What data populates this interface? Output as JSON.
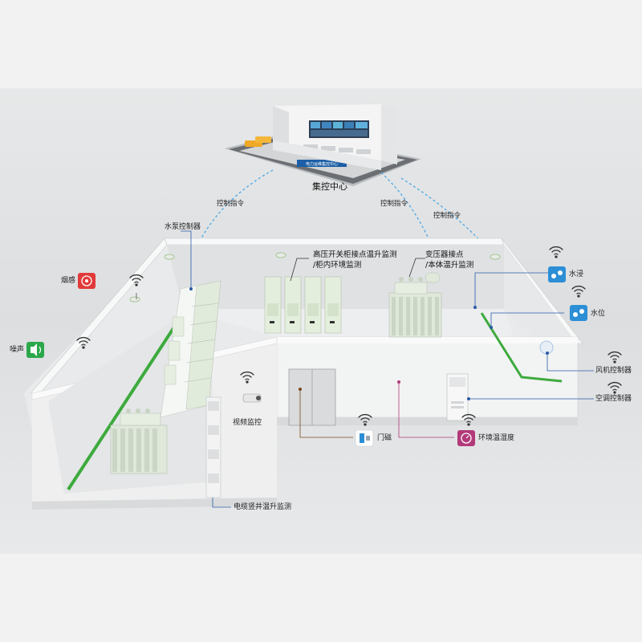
{
  "center": {
    "label": "集控中心",
    "sign": "电力运维集控中心"
  },
  "commands": [
    "控制指令",
    "控制指令",
    "控制指令"
  ],
  "equipment": {
    "pump_controller": "水泵控制器",
    "hv_cabinet_line1": "高压开关柜接点温升监测",
    "hv_cabinet_line2": "/柜内环境监测",
    "transformer_line1": "变压器接点",
    "transformer_line2": "/本体温升监测",
    "smoke": "烟感",
    "noise": "噪声",
    "water_leak": "水浸",
    "water_level": "水位",
    "fan_controller": "风机控制器",
    "ac_controller": "空调控制器",
    "video": "视频监控",
    "door": "门磁",
    "env": "环境温湿度",
    "cable_well": "电缆竖井温升监测"
  },
  "colors": {
    "background": "#f2f2f2",
    "floor": "#e9ebec",
    "wall": "#f7f8f8",
    "cabinet": "#e3efdc",
    "green_strip": "#3daa3d",
    "dashed_arrow": "#3ea3e8",
    "smoke_icon": "#e23a3a",
    "noise_icon": "#2aa84a",
    "water_icon": "#2c8fd6",
    "env_icon": "#b23a7a"
  }
}
